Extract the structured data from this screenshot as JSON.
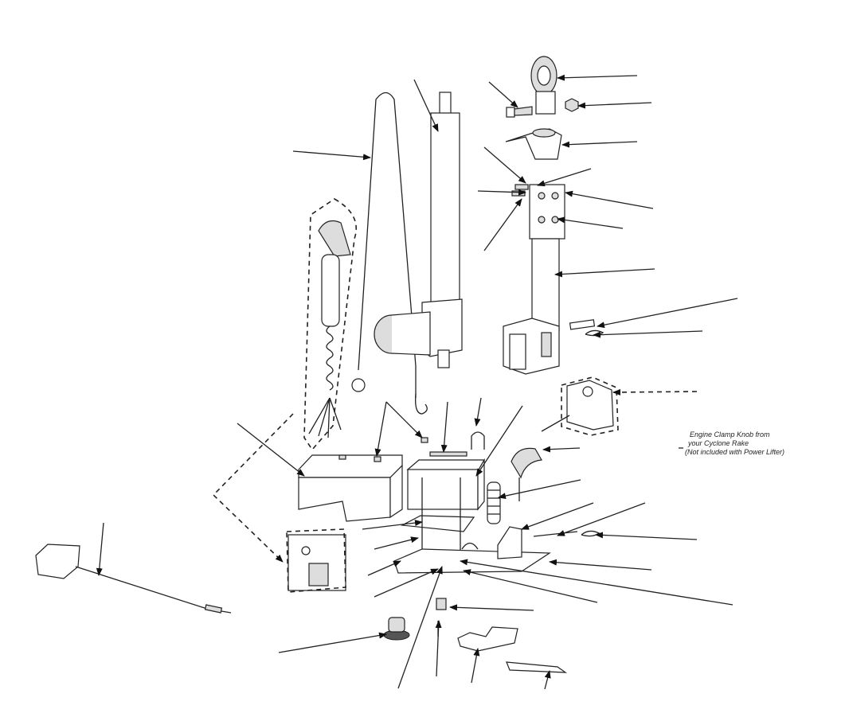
{
  "diagram": {
    "title": "Power Lifter exploded parts diagram",
    "annotation": {
      "line1": "Engine Clamp Knob from",
      "line2": "your Cyclone Rake",
      "line3": "(Not included with Power Lifter)"
    }
  }
}
